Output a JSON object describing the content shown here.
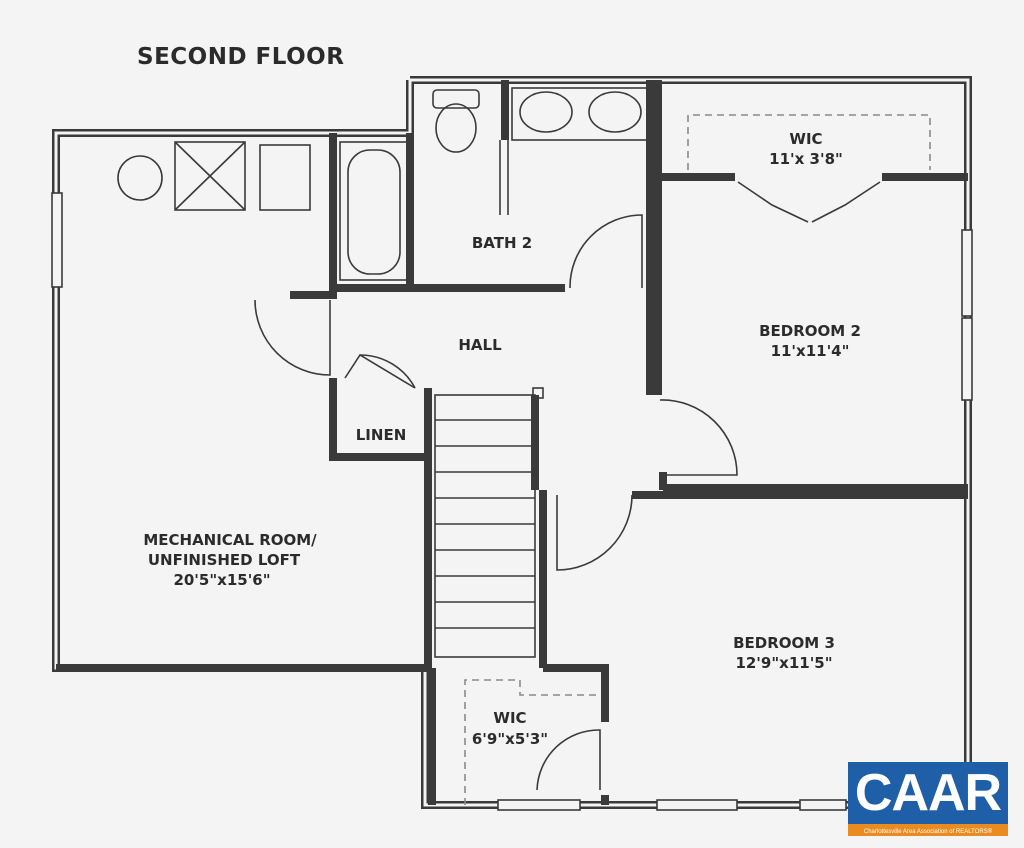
{
  "title": "SECOND FLOOR",
  "rooms": {
    "wic_top": {
      "name": "WIC",
      "size": "11'x 3'8\""
    },
    "bath2": {
      "name": "BATH 2"
    },
    "hall": {
      "name": "HALL"
    },
    "bedroom2": {
      "name": "BEDROOM 2",
      "size": "11'x11'4\""
    },
    "linen": {
      "name": "LINEN"
    },
    "mechanical": {
      "name_line1": "MECHANICAL ROOM/",
      "name_line2": "UNFINISHED LOFT",
      "size": "20'5\"x15'6\""
    },
    "bedroom3": {
      "name": "BEDROOM 3",
      "size": "12'9\"x11'5\""
    },
    "wic_bottom": {
      "name": "WIC",
      "size": "6'9\"x5'3\""
    }
  },
  "logo": {
    "text": "CAAR",
    "tagline": "Charlottesville Area Association of REALTORS®"
  },
  "colors": {
    "wall": "#3a3a3a",
    "background": "#f4f4f4",
    "logo_blue": "#1f5fa8",
    "logo_orange": "#e98b1f"
  }
}
